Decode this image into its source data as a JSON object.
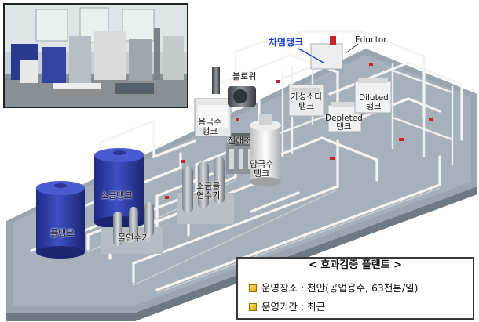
{
  "labels": {
    "chlorine_tank": "차염탱크",
    "eductor": "Eductor",
    "blower": "블로워",
    "caustic_tank": "가성소다\n탱크",
    "diluted_tank": "Diluted\n탱크",
    "depleted_tank": "Depleted\n탱크",
    "catholyte_tank": "음극수\n탱크",
    "electrolyzer": "전해조",
    "anolyte_tank": "양극수\n탱크",
    "brine_tank": "소금탱크",
    "brine_softener": "소금물\n연수기",
    "water_tank": "물탱크",
    "water_softener": "물연수기"
  },
  "info_box": {
    "title": "< 효과검증 플랜트 >",
    "location": "운영장소 : 천안(공업용수, 63천톤/일)",
    "period": "운영기간 : 최근"
  },
  "colors": {
    "platform": "#8f9aa6",
    "tank_blue": "#2e3ca8",
    "accent_blue": "#1a3fd0",
    "pipe": "#f2f2f2"
  }
}
